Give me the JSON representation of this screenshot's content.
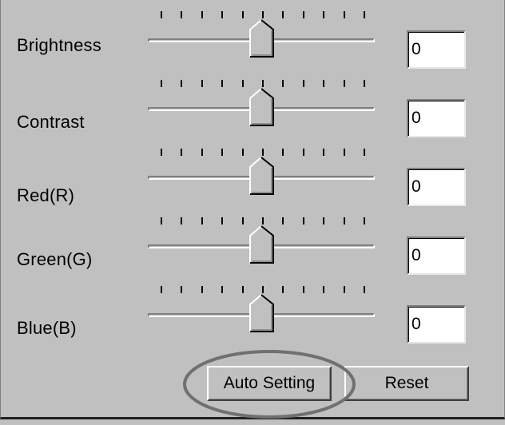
{
  "adjustments": [
    {
      "label": "Brightness",
      "value": "0",
      "slider_level": 0.5
    },
    {
      "label": "Contrast",
      "value": "0",
      "slider_level": 0.5
    },
    {
      "label": "Red(R)",
      "value": "0",
      "slider_level": 0.5
    },
    {
      "label": "Green(G)",
      "value": "0",
      "slider_level": 0.5
    },
    {
      "label": "Blue(B)",
      "value": "0",
      "slider_level": 0.5
    }
  ],
  "buttons": {
    "auto_setting": "Auto Setting",
    "reset": "Reset"
  },
  "colors": {
    "face": "#c0c0c0",
    "highlight_ring": "#707070"
  },
  "icons": {
    "slider_thumb": "pointed-slider-thumb-icon"
  }
}
